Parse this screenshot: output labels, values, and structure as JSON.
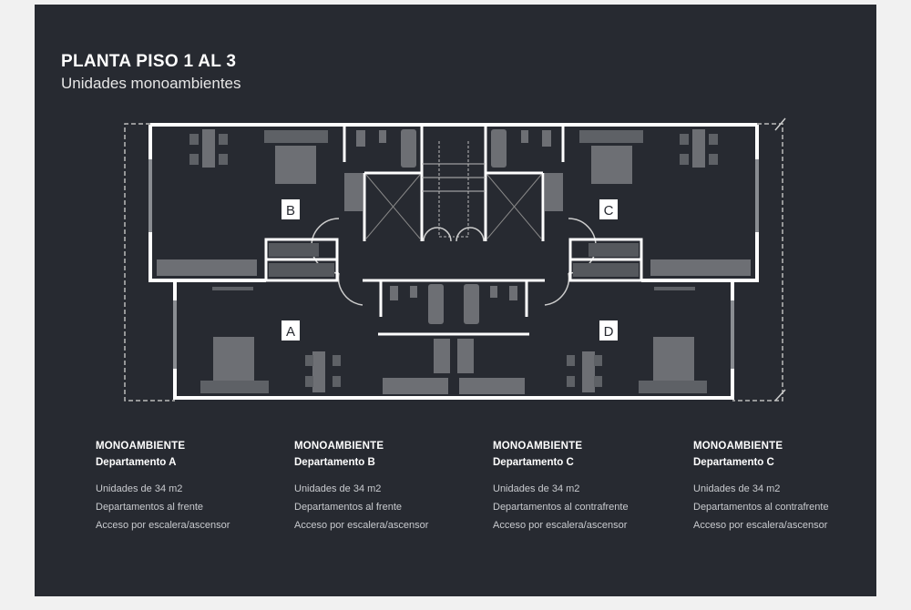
{
  "header": {
    "title": "PLANTA PISO 1 AL 3",
    "subtitle": "Unidades monoambientes"
  },
  "plan": {
    "units": [
      "A",
      "B",
      "C",
      "D"
    ]
  },
  "units": [
    {
      "type": "MONOAMBIENTE",
      "name": "Departamento A",
      "lines": [
        "Unidades de 34 m2",
        "Departamentos al frente",
        "Acceso por escalera/ascensor"
      ]
    },
    {
      "type": "MONOAMBIENTE",
      "name": "Departamento B",
      "lines": [
        "Unidades de 34 m2",
        "Departamentos al frente",
        "Acceso por escalera/ascensor"
      ]
    },
    {
      "type": "MONOAMBIENTE",
      "name": "Departamento C",
      "lines": [
        "Unidades de 34 m2",
        "Departamentos al contrafrente",
        "Acceso por escalera/ascensor"
      ]
    },
    {
      "type": "MONOAMBIENTE",
      "name": "Departamento C",
      "lines": [
        "Unidades de 34 m2",
        "Departamentos al contrafrente",
        "Acceso por escalera/ascensor"
      ]
    }
  ]
}
